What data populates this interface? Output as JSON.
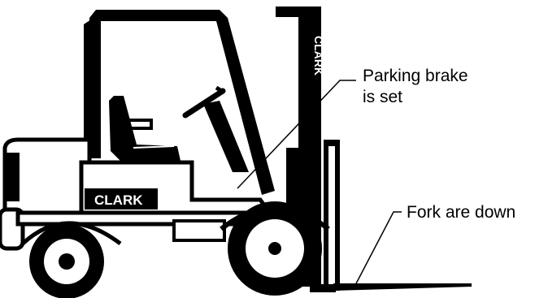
{
  "callouts": {
    "parking_brake_line1": "Parking brake",
    "parking_brake_line2": "is set",
    "forks": "Fork are down"
  },
  "branding": {
    "mast_logo": "CLARK",
    "body_logo": "CLARK"
  }
}
